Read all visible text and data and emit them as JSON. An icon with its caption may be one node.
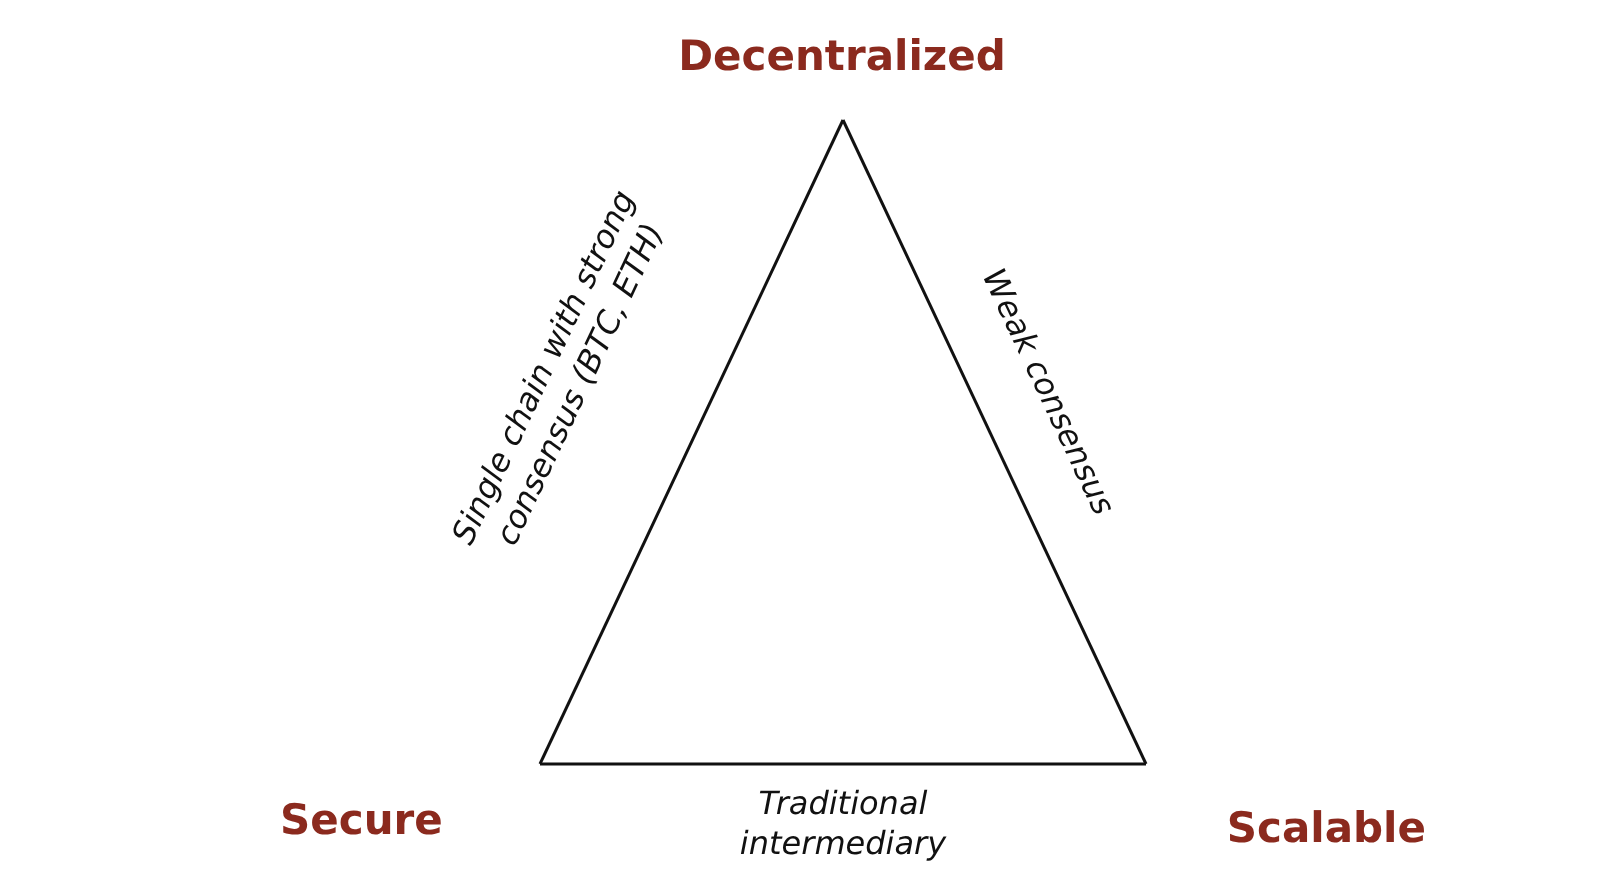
{
  "diagram": {
    "nodes": [
      {
        "text": [
          "Decentralized"
        ]
      },
      {
        "text": [
          "Secure"
        ]
      },
      {
        "text": [
          "Scalable"
        ]
      }
    ],
    "edges": [
      {
        "from": 0,
        "to": 1,
        "arrow": "none",
        "label": "Single chain with strong consensus (BTC, ETH)"
      },
      {
        "from": 0,
        "to": 2,
        "arrow": "none",
        "label": "Weak consensus"
      },
      {
        "from": 1,
        "to": 2,
        "arrow": "none",
        "label": "Traditional intermediary"
      }
    ]
  }
}
